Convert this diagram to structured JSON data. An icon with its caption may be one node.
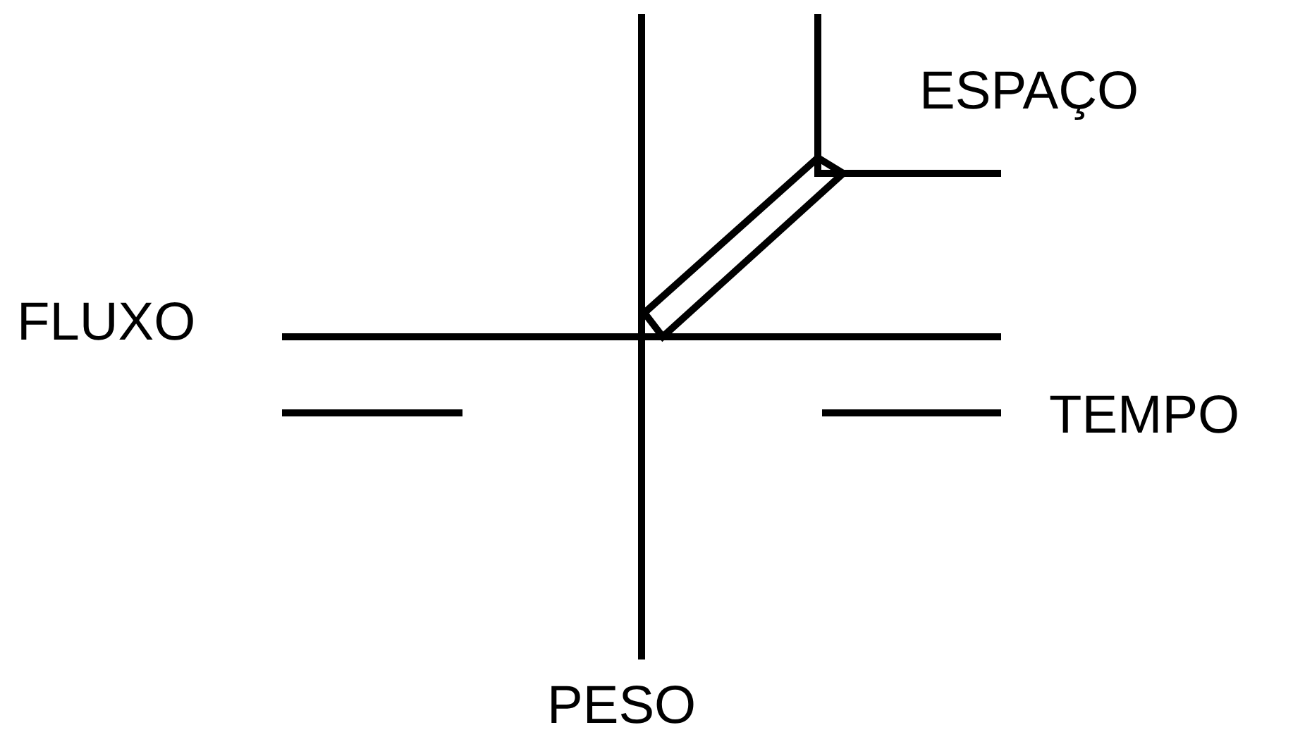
{
  "diagram": {
    "labels": [
      "ESPAÇO",
      "FLUXO",
      "TEMPO",
      "PESO"
    ]
  }
}
